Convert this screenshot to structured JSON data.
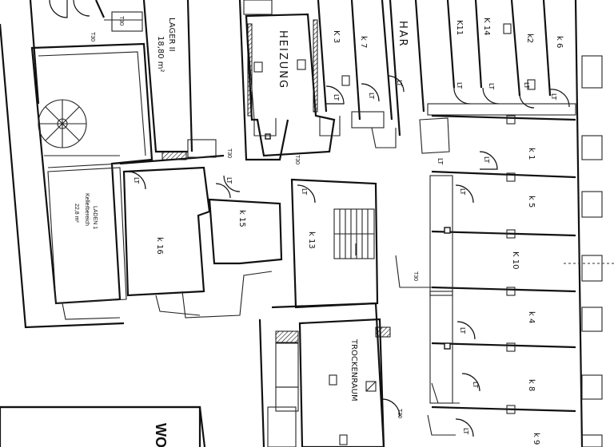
{
  "rooms": {
    "lager": {
      "title": "LAGER II",
      "area": "18,80 m²"
    },
    "heizung": "HEIZUNG",
    "har": "HAR",
    "laden": {
      "title": "LADEN 1",
      "subtitle": "Kellerbereich",
      "area": "22,8 m²"
    },
    "trockenraum": "TROCKENRAUM",
    "wo": "WO",
    "k3": "K 3",
    "k7": "k 7",
    "k11": "K11",
    "k14": "K 14",
    "k2": "k2",
    "k6": "k 6",
    "k1": "k 1",
    "k5": "k 5",
    "k10": "K 10",
    "k4": "k 4",
    "k8": "k 8",
    "k9": "k 9",
    "k13": "k 13",
    "k15": "k 15",
    "k16": "k 16"
  },
  "doors": {
    "lt": "LT",
    "t30": "T30"
  }
}
